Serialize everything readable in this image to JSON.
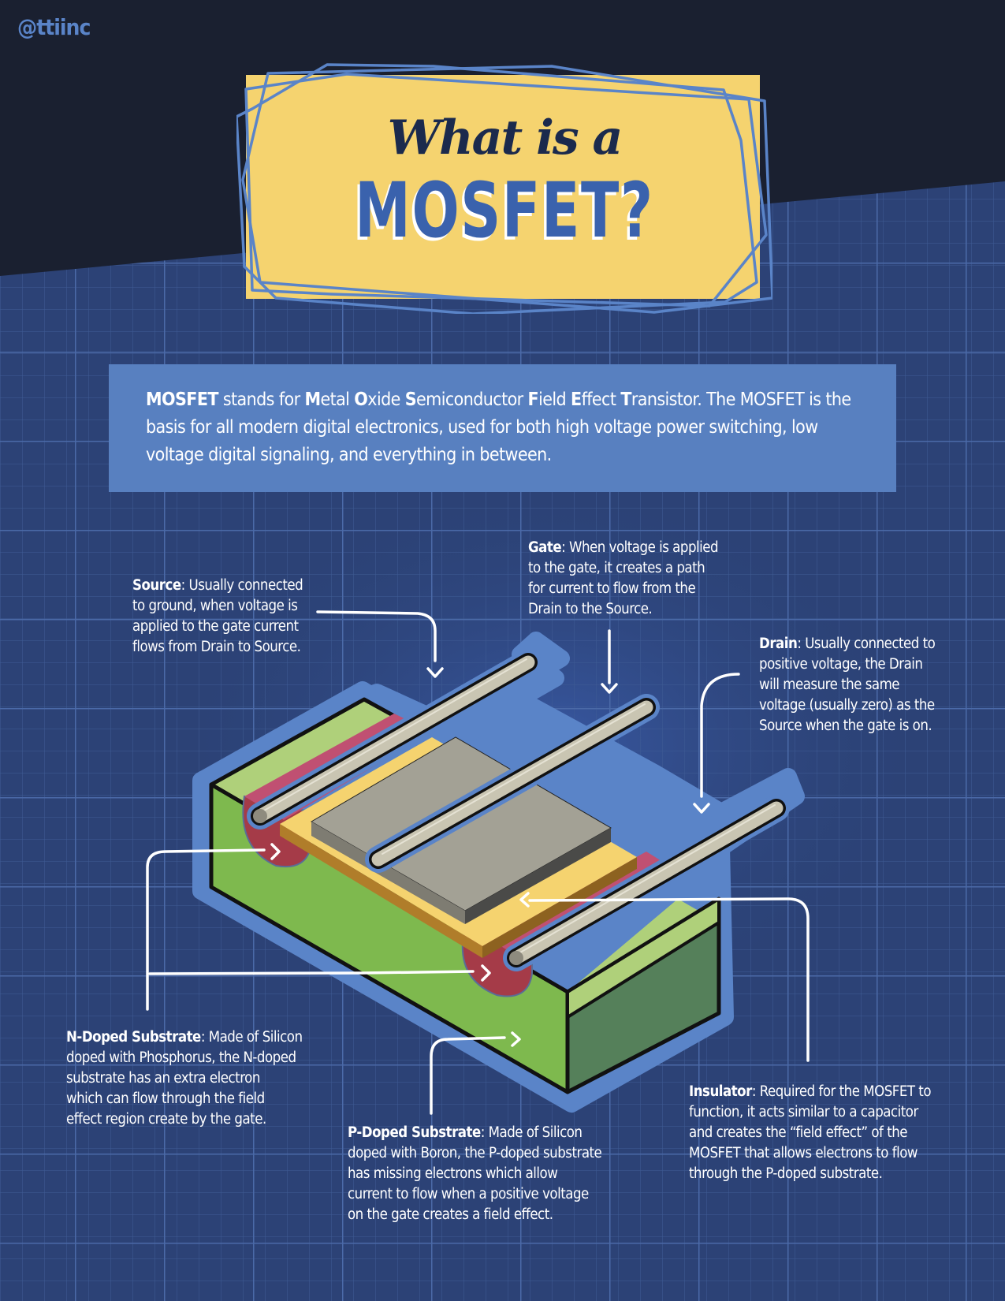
{
  "brand": {
    "handle": "@ttiinc"
  },
  "title": {
    "line1": "What is a",
    "line2": "MOSFET?"
  },
  "intro": {
    "lead": "MOSFET",
    "segments": [
      {
        "text": " stands for ",
        "bold": false
      },
      {
        "text": "M",
        "bold": true
      },
      {
        "text": "etal ",
        "bold": false
      },
      {
        "text": "O",
        "bold": true
      },
      {
        "text": "xide ",
        "bold": false
      },
      {
        "text": "S",
        "bold": true
      },
      {
        "text": "emiconductor ",
        "bold": false
      },
      {
        "text": "F",
        "bold": true
      },
      {
        "text": "ield ",
        "bold": false
      },
      {
        "text": "E",
        "bold": true
      },
      {
        "text": "ffect ",
        "bold": false
      },
      {
        "text": "T",
        "bold": true
      },
      {
        "text": "ransistor. The MOSFET is the basis for all modern digital electronics, used for both high voltage power switching, low voltage digital signaling, and everything in between.",
        "bold": false
      }
    ],
    "full_text": "MOSFET stands for Metal Oxide Semiconductor Field Effect Transistor. The MOSFET is the basis for all modern digital electronics, used for both high voltage power switching, low voltage digital signaling, and everything in between."
  },
  "labels": {
    "source": {
      "term": "Source",
      "lines": [
        ": Usually connected",
        "to ground, when voltage is",
        "applied to the gate current",
        "flows from Drain to Source."
      ]
    },
    "gate": {
      "term": "Gate",
      "lines": [
        ": When voltage is applied",
        "to the gate, it creates a path",
        "for current to flow from the",
        "Drain to the Source."
      ]
    },
    "drain": {
      "term": "Drain",
      "lines": [
        ": Usually connected to",
        "positive voltage, the Drain",
        "will measure the same",
        "voltage (usually zero) as the",
        "Source when the gate is on."
      ]
    },
    "n_doped": {
      "term": "N-Doped  Substrate",
      "lines": [
        ": Made of Silicon",
        "doped with Phosphorus, the N-doped",
        "substrate has an extra electron",
        "which can flow through the field",
        "effect region create by the gate."
      ]
    },
    "p_doped": {
      "term": "P-Doped  Substrate",
      "lines": [
        ": Made of Silicon",
        "doped with Boron, the P-doped substrate",
        "has missing electrons which allow",
        "current to flow when a positive voltage",
        "on the gate creates a field effect."
      ]
    },
    "insulator": {
      "term": "Insulator",
      "lines": [
        ": Required for the MOSFET to",
        "function, it acts similar to a capacitor",
        "and creates the “field effect” of the",
        "MOSFET that allows electrons to flow",
        "through the P-doped substrate."
      ]
    }
  },
  "colors": {
    "header_bg": "#1a2030",
    "grid_bg": "#2b4275",
    "grid_line": "#4a68a4",
    "title_yellow": "#f5d36f",
    "frame_blue": "#5a84c8",
    "title_dark": "#1b2a4d",
    "title_blue": "#3a62ad",
    "intro_bg": "#5880c0",
    "substrate_light": "#afd07a",
    "substrate_mid": "#7eb94e",
    "substrate_dark": "#55805a",
    "n_region": "#a53b48",
    "n_region_top": "#c05072",
    "insulator": "#f5d36f",
    "insulator_edge": "#b07d2a",
    "metal_top": "#a3a195",
    "metal_edge": "#4a4a48",
    "rod": "#c9c5b2"
  }
}
